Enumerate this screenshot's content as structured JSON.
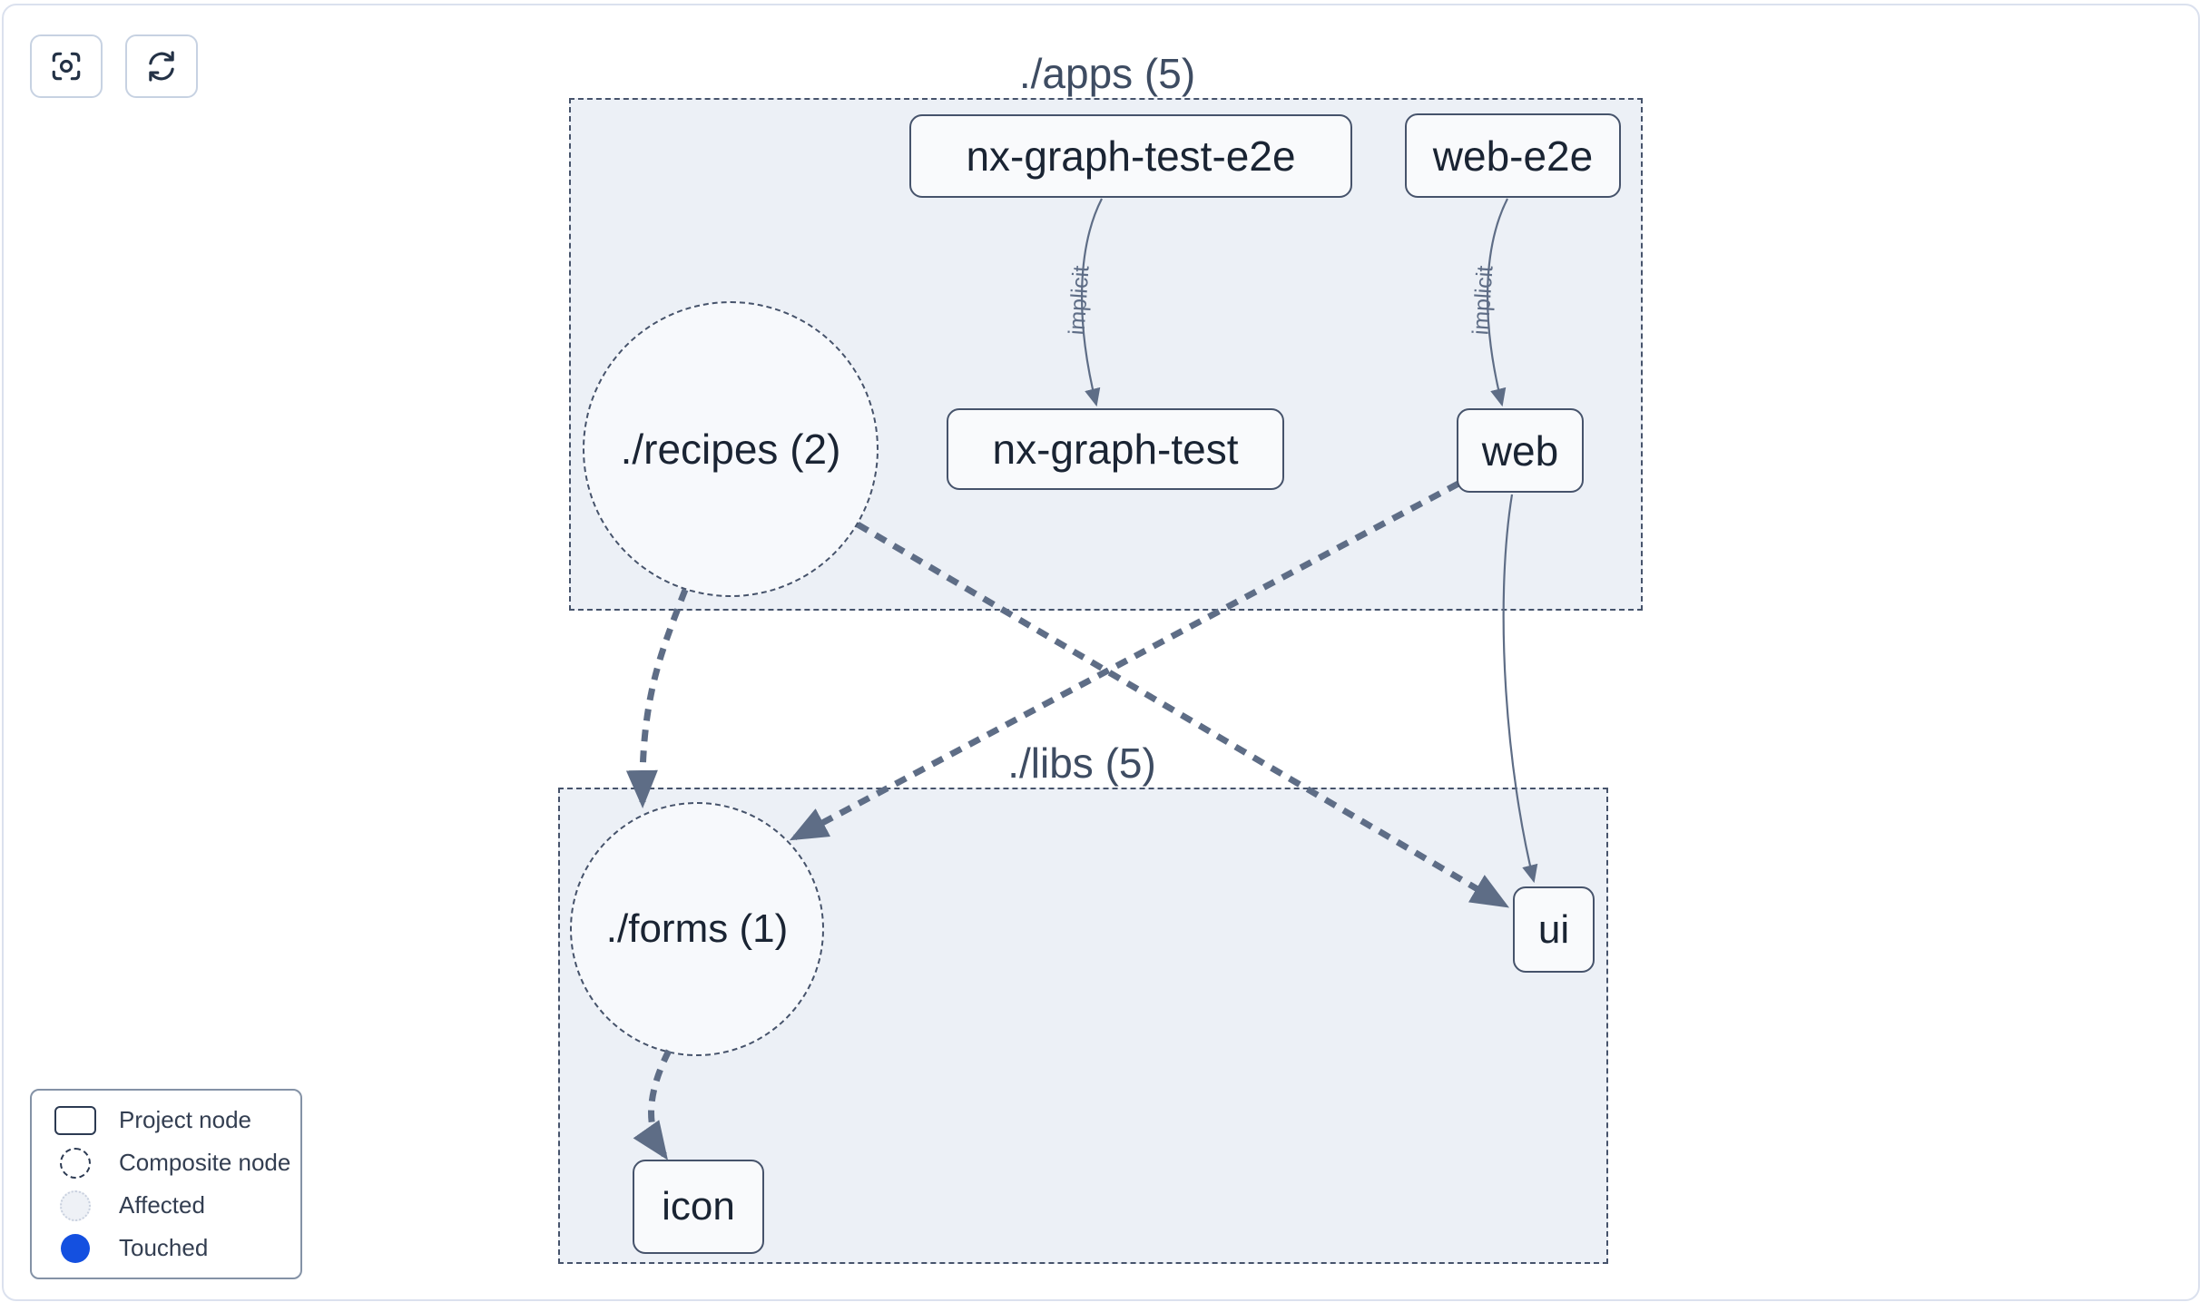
{
  "toolbar": {
    "buttons": [
      {
        "name": "focus-graph",
        "icon": "focus-icon"
      },
      {
        "name": "refresh-graph",
        "icon": "refresh-icon"
      }
    ]
  },
  "graph": {
    "groups": [
      {
        "id": "apps",
        "label": "./apps (5)"
      },
      {
        "id": "libs",
        "label": "./libs (5)"
      }
    ],
    "project_nodes": [
      {
        "id": "nx-graph-test-e2e",
        "label": "nx-graph-test-e2e"
      },
      {
        "id": "web-e2e",
        "label": "web-e2e"
      },
      {
        "id": "nx-graph-test",
        "label": "nx-graph-test"
      },
      {
        "id": "web",
        "label": "web"
      },
      {
        "id": "ui",
        "label": "ui"
      },
      {
        "id": "icon",
        "label": "icon"
      }
    ],
    "composite_nodes": [
      {
        "id": "recipes",
        "label": "./recipes (2)"
      },
      {
        "id": "forms",
        "label": "./forms (1)"
      }
    ],
    "edges": [
      {
        "from": "nx-graph-test-e2e",
        "to": "nx-graph-test",
        "label": "implicit",
        "style": "solid"
      },
      {
        "from": "web-e2e",
        "to": "web",
        "label": "implicit",
        "style": "solid"
      },
      {
        "from": "web",
        "to": "ui",
        "label": "",
        "style": "solid"
      },
      {
        "from": "./recipes (2)",
        "to": "./forms (1)",
        "label": "",
        "style": "dashed"
      },
      {
        "from": "./recipes (2)",
        "to": "ui",
        "label": "",
        "style": "dashed"
      },
      {
        "from": "web",
        "to": "./forms (1)",
        "label": "",
        "style": "dashed"
      },
      {
        "from": "./forms (1)",
        "to": "icon",
        "label": "",
        "style": "dashed"
      }
    ]
  },
  "legend": {
    "items": [
      {
        "icon": "project-node-swatch",
        "label": "Project node"
      },
      {
        "icon": "composite-node-swatch",
        "label": "Composite node"
      },
      {
        "icon": "affected-swatch",
        "label": "Affected"
      },
      {
        "icon": "touched-swatch",
        "label": "Touched"
      }
    ]
  },
  "colors": {
    "touched_blue": "#1450e0",
    "affected_fill": "#eef1f6",
    "edge": "#5e6d86",
    "group_fill": "#ecf0f6",
    "group_border": "#46536b",
    "node_fill": "#f9fafc",
    "node_border": "#46536b",
    "node_text": "#1a2433",
    "card_border": "#dbe1ee"
  }
}
